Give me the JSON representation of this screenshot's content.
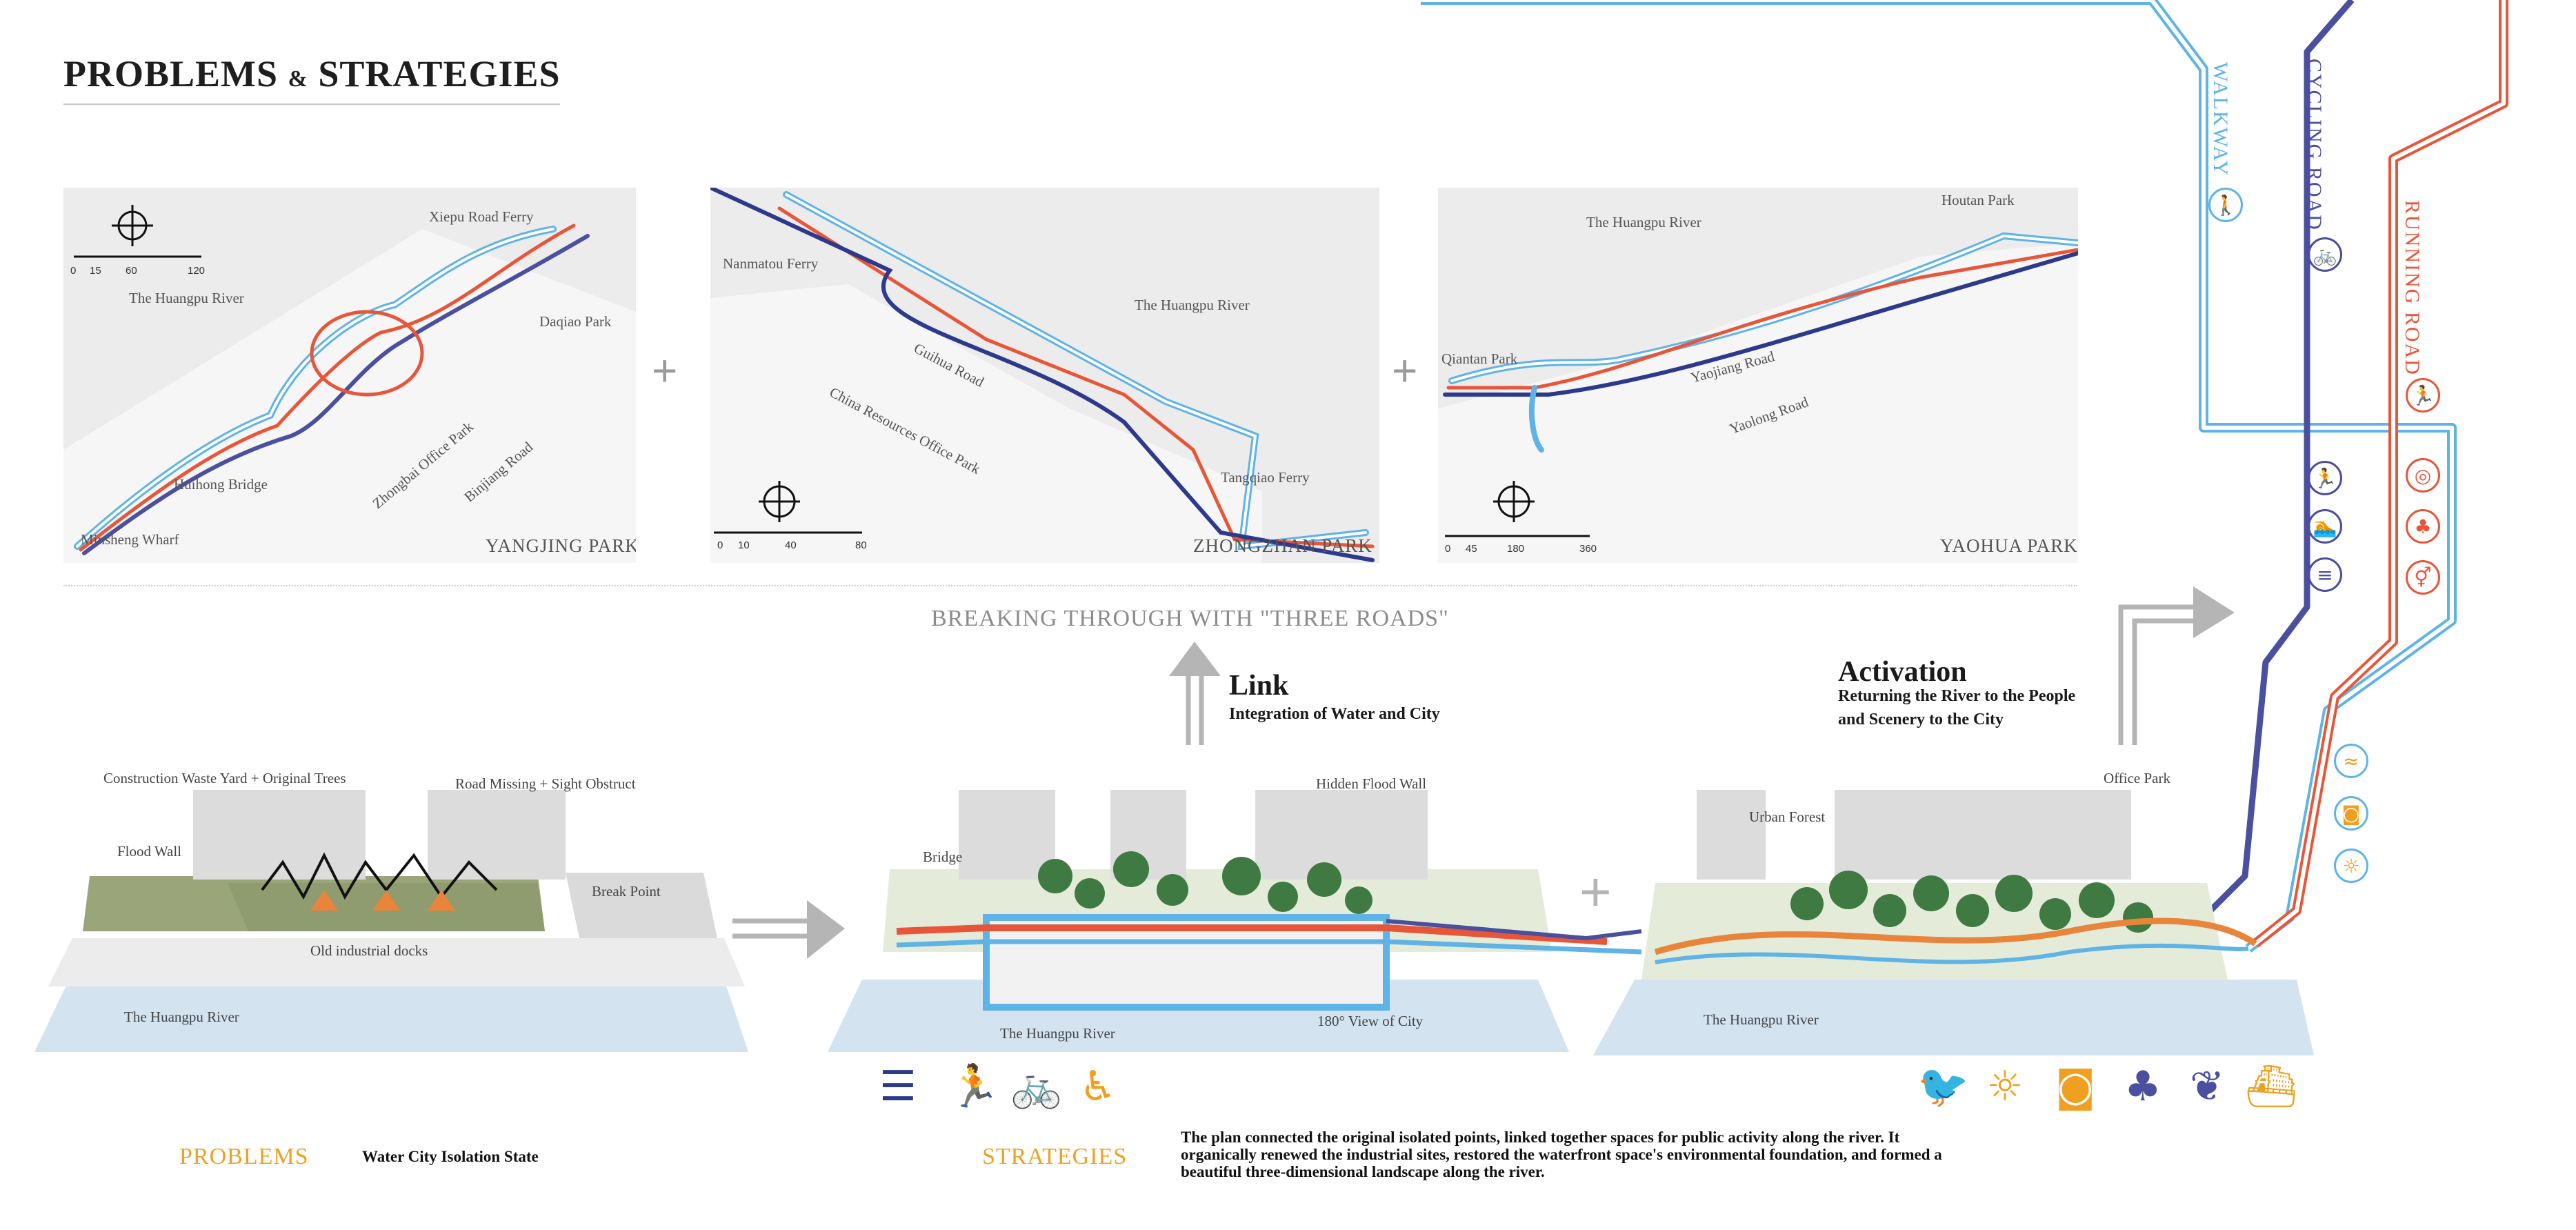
{
  "header": {
    "title_a": "PROBLEMS",
    "title_amp": "&",
    "title_b": "STRATEGIES"
  },
  "maps": [
    {
      "name": "YANGJING PARK",
      "labels": [
        "Xiepu Road Ferry",
        "The Huangpu River",
        "Daqiao Park",
        "Huihong Bridge",
        "Zhongbai Office Park",
        "Binjiang Road",
        "Minsheng Wharf"
      ],
      "scale": [
        "0",
        "15",
        "60",
        "120"
      ]
    },
    {
      "name": "ZHONGZHAN PARK",
      "labels": [
        "Nanmatou Ferry",
        "The Huangpu River",
        "Guihua Road",
        "China Resources Office Park",
        "Tangqiao Ferry"
      ],
      "scale": [
        "0",
        "10",
        "40",
        "80"
      ]
    },
    {
      "name": "YAOHUA PARK",
      "labels": [
        "The Huangpu River",
        "Houtan Park",
        "Qiantan Park",
        "Yaojiang Road",
        "Yaolong Road"
      ],
      "scale": [
        "0",
        "45",
        "180",
        "360"
      ]
    }
  ],
  "plus_sign": "+",
  "breaking": "BREAKING THROUGH WITH \"THREE ROADS\"",
  "link": {
    "title": "Link",
    "subtitle": "Integration of Water and City"
  },
  "activation": {
    "title": "Activation",
    "subtitle_1": "Returning the River to the People",
    "subtitle_2": "and Scenery to the City"
  },
  "problems_iso": {
    "labels": [
      "Construction Waste Yard + Original Trees",
      "Road Missing + Sight Obstruct",
      "Flood Wall",
      "Break Point",
      "Old industrial docks",
      "The Huangpu River"
    ]
  },
  "link_iso": {
    "labels": [
      "Hidden Flood Wall",
      "Bridge",
      "The Huangpu River",
      "180° View of City"
    ]
  },
  "activation_iso": {
    "labels": [
      "Office Park",
      "Urban Forest",
      "The Huangpu River"
    ]
  },
  "roads": {
    "walkway": "WALKWAY",
    "cycling": "CYCLING ROAD",
    "running": "RUNNING ROAD"
  },
  "colors": {
    "walkway": "#5fb3e6",
    "cycling": "#4a4f9e",
    "running": "#e8563a",
    "accent_orange": "#f0a020",
    "water": "#cfe2f0"
  },
  "icons": {
    "walkway": [
      "walker-icon"
    ],
    "cycling": [
      "cyclist-icon",
      "runner-icon",
      "swimmer-icon",
      "bench-icon"
    ],
    "running": [
      "runner-icon",
      "lifebuoy-icon",
      "tree-icon",
      "toilet-icon"
    ],
    "side": [
      "swimming-icon",
      "camera-icon",
      "sun-icon"
    ],
    "strategy_row": [
      "bench-icon",
      "runner-icon",
      "bicycle-icon",
      "wheelchair-icon"
    ],
    "activation_row": [
      "bird-icon",
      "sun-icon",
      "camera-icon",
      "trees-icon",
      "leaf-icon",
      "boat-icon"
    ]
  },
  "footer": {
    "problems": "PROBLEMS",
    "problems_desc": "Water City Isolation State",
    "strategies": "STRATEGIES",
    "strategies_desc": "The plan connected the original isolated points, linked together spaces for public activity along the river. It organically renewed the industrial sites, restored the waterfront space's environmental foundation, and formed a beautiful three-dimensional landscape along the river."
  }
}
